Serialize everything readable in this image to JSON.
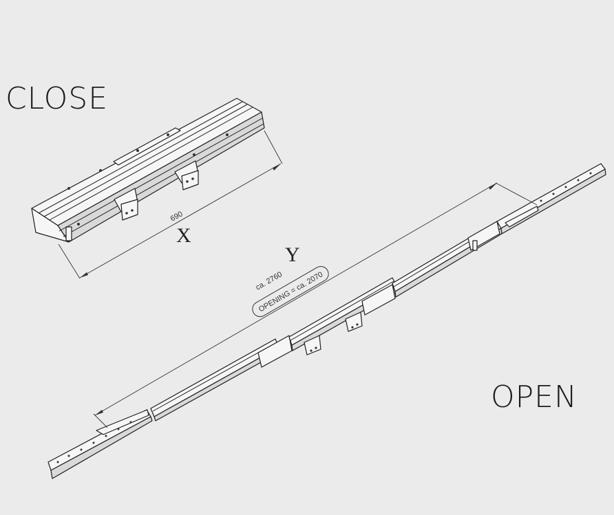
{
  "labels": {
    "close": "CLOSE",
    "open": "OPEN"
  },
  "dimensions": {
    "x_letter": "X",
    "x_value": "690",
    "y_letter": "Y",
    "y_value": "ca. 2760",
    "opening": "OPENING = ca. 2070"
  }
}
